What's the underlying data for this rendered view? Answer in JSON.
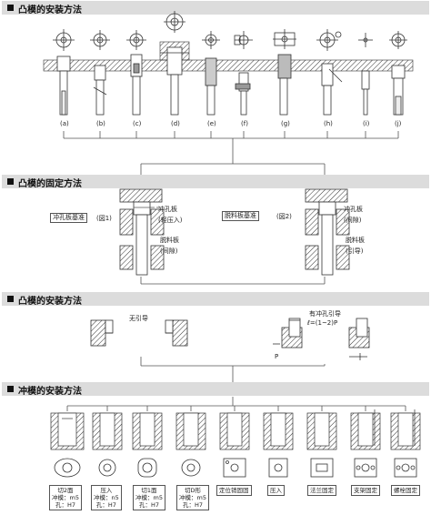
{
  "sections": {
    "s1": "凸模的安装方法",
    "s2": "凸模的固定方法",
    "s3": "凸模的安装方法",
    "s4": "冲模的安装方法"
  },
  "row1_letters": [
    "(a)",
    "(b)",
    "(c)",
    "(d)",
    "(e)",
    "(f)",
    "(g)",
    "(h)",
    "(i)",
    "(j)"
  ],
  "fix": {
    "left_box": "冲孔板基准",
    "left_fig": "(図1)",
    "left_l1": "冲孔板",
    "left_l2": "(轻压入)",
    "left_l3": "脱料板",
    "left_l4": "(间隙)",
    "right_box": "脱料板基准",
    "right_fig": "(図2)",
    "right_l1": "冲孔板",
    "right_l2": "(间隙)",
    "right_l3": "脱料板",
    "right_l4": "(引导)"
  },
  "guide": {
    "left_label": "无引导",
    "right_label1": "有冲孔引导",
    "right_label2": "ℓ=(1~2)P",
    "p_mark": "P"
  },
  "die": {
    "specs": [
      {
        "l1": "切2面",
        "l2": "冲模：m5",
        "l3": "孔：H7"
      },
      {
        "l1": "压入",
        "l2": "冲模：n5",
        "l3": "孔：H7"
      },
      {
        "l1": "切1面",
        "l2": "冲模：m5",
        "l3": "孔：H7"
      },
      {
        "l1": "切D形",
        "l2": "冲模：m5",
        "l3": "孔：H7"
      },
      {
        "l1": "定位销固固",
        "l2": "",
        "l3": ""
      },
      {
        "l1": "压入",
        "l2": "",
        "l3": ""
      },
      {
        "l1": "法兰固定",
        "l2": "",
        "l3": ""
      },
      {
        "l1": "支架固定",
        "l2": "",
        "l3": ""
      },
      {
        "l1": "螺栓固定",
        "l2": "",
        "l3": ""
      }
    ]
  }
}
